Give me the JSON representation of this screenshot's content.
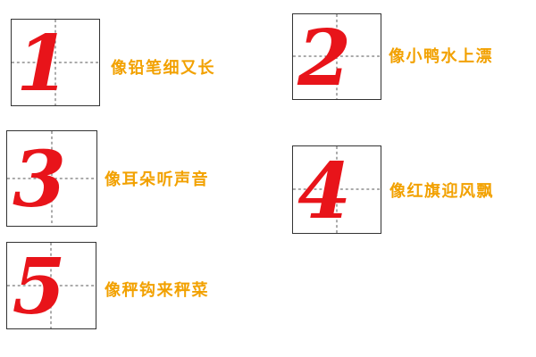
{
  "colors": {
    "digit": "#e8141a",
    "rhyme": "#f2a100",
    "box_border": "#333333",
    "guide": "#555555"
  },
  "cards": [
    {
      "digit": "1",
      "rhyme": "像铅笔细又长"
    },
    {
      "digit": "2",
      "rhyme": "像小鸭水上漂"
    },
    {
      "digit": "3",
      "rhyme": "像耳朵听声音"
    },
    {
      "digit": "4",
      "rhyme": "像红旗迎风飘"
    },
    {
      "digit": "5",
      "rhyme": "像秤钩来秤菜"
    }
  ]
}
